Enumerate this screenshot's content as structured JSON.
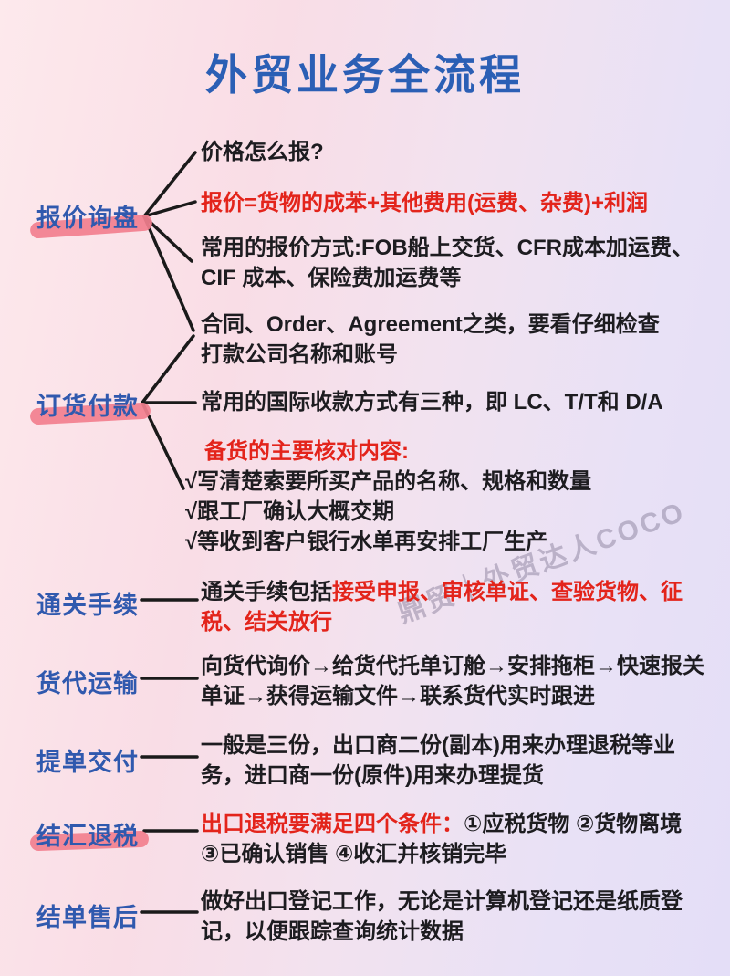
{
  "title": "外贸业务全流程",
  "watermark": "鼎贸｜外贸达人COCO",
  "colors": {
    "title_blue": "#2b5fb5",
    "label_blue": "#3059ae",
    "accent_red": "#e3241b",
    "ink": "#1d1c20",
    "highlight_pink": "#f27f8e",
    "line_black": "#1a1a1a",
    "watermark_gray": "rgba(115,105,135,0.40)"
  },
  "sections": [
    {
      "label": "报价询盘",
      "highlight": true,
      "items": [
        {
          "lines": [
            [
              {
                "t": "价格怎么报?",
                "c": "black"
              }
            ]
          ]
        },
        {
          "lines": [
            [
              {
                "t": "报价=货物的成苯+其他费用(运费、杂费)+利润",
                "c": "red"
              }
            ]
          ]
        },
        {
          "lines": [
            [
              {
                "t": "常用的报价方式:FOB船上交货、CFR成本加运费、",
                "c": "black"
              }
            ],
            [
              {
                "t": "CIF 成本、保险费加运费等",
                "c": "black"
              }
            ]
          ]
        }
      ]
    },
    {
      "label": "订货付款",
      "highlight": true,
      "items": [
        {
          "lines": [
            [
              {
                "t": "合同、Order、Agreement之类，要看仔细检查",
                "c": "black"
              }
            ],
            [
              {
                "t": "打款公司名称和账号",
                "c": "black"
              }
            ]
          ]
        },
        {
          "lines": [
            [
              {
                "t": "常用的国际收款方式有三种，即 LC、T/T和 D/A",
                "c": "black"
              }
            ]
          ]
        },
        {
          "heading": "备货的主要核对内容:",
          "checklist": [
            "√写清楚索要所买产品的名称、规格和数量",
            "√跟工厂确认大概交期",
            "√等收到客户银行水单再安排工厂生产"
          ]
        }
      ]
    },
    {
      "label": "通关手续",
      "highlight": false,
      "items": [
        {
          "lines": [
            [
              {
                "t": "通关手续包括",
                "c": "black"
              },
              {
                "t": "接受申报、审核单证、查验货物、征",
                "c": "red"
              }
            ],
            [
              {
                "t": "税、结关放行",
                "c": "red"
              }
            ]
          ]
        }
      ]
    },
    {
      "label": "货代运输",
      "highlight": false,
      "items": [
        {
          "lines": [
            [
              {
                "t": "向货代询价→给货代托单订舱→安排拖柜→快速报关",
                "c": "black"
              }
            ],
            [
              {
                "t": "单证→获得运输文件→联系货代实时跟进",
                "c": "black"
              }
            ]
          ]
        }
      ]
    },
    {
      "label": "提单交付",
      "highlight": false,
      "items": [
        {
          "lines": [
            [
              {
                "t": "一般是三份，出口商二份(副本)用来办理退税等业",
                "c": "black"
              }
            ],
            [
              {
                "t": "务，进口商一份(原件)用来办理提货",
                "c": "black"
              }
            ]
          ]
        }
      ]
    },
    {
      "label": "结汇退税",
      "highlight": true,
      "items": [
        {
          "lines": [
            [
              {
                "t": "出口退税要满足四个条件：",
                "c": "red"
              },
              {
                "t": "①应税货物 ②货物离境",
                "c": "black"
              }
            ],
            [
              {
                "t": "③已确认销售 ④收汇并核销完毕",
                "c": "black"
              }
            ]
          ]
        }
      ]
    },
    {
      "label": "结单售后",
      "highlight": false,
      "items": [
        {
          "lines": [
            [
              {
                "t": "做好出口登记工作，无论是计算机登记还是纸质登",
                "c": "black"
              }
            ],
            [
              {
                "t": "记，以便跟踪查询统计数据",
                "c": "black"
              }
            ]
          ]
        }
      ]
    }
  ]
}
